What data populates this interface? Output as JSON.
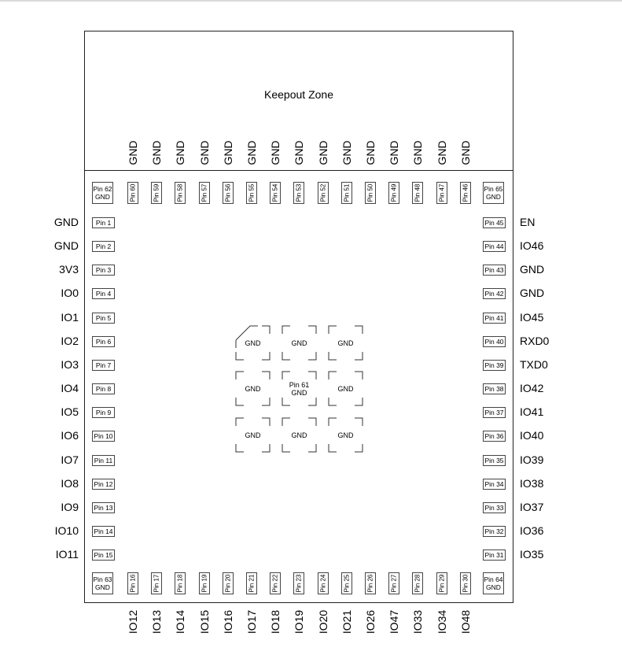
{
  "keepout": {
    "label": "Keepout Zone"
  },
  "top_row_labels": [
    "GND",
    "GND",
    "GND",
    "GND",
    "GND",
    "GND",
    "GND",
    "GND",
    "GND",
    "GND",
    "GND",
    "GND",
    "GND",
    "GND",
    "GND"
  ],
  "top_row_pins": [
    "Pin 60",
    "Pin 59",
    "Pin 58",
    "Pin 57",
    "Pin 56",
    "Pin 55",
    "Pin 54",
    "Pin 53",
    "Pin 52",
    "Pin 51",
    "Pin 50",
    "Pin 49",
    "Pin 48",
    "Pin 47",
    "Pin 46"
  ],
  "bottom_row_pins": [
    "Pin 16",
    "Pin 17",
    "Pin 18",
    "Pin 19",
    "Pin 20",
    "Pin 21",
    "Pin 22",
    "Pin 23",
    "Pin 24",
    "Pin 25",
    "Pin 26",
    "Pin 27",
    "Pin 28",
    "Pin 29",
    "Pin 30"
  ],
  "bottom_row_labels": [
    "IO12",
    "IO13",
    "IO14",
    "IO15",
    "IO16",
    "IO17",
    "IO18",
    "IO19",
    "IO20",
    "IO21",
    "IO26",
    "IO47",
    "IO33",
    "IO34",
    "IO48"
  ],
  "left_pins": [
    "Pin 1",
    "Pin 2",
    "Pin 3",
    "Pin 4",
    "Pin 5",
    "Pin 6",
    "Pin 7",
    "Pin 8",
    "Pin 9",
    "Pin 10",
    "Pin 11",
    "Pin 12",
    "Pin 13",
    "Pin 14",
    "Pin 15"
  ],
  "left_labels": [
    "GND",
    "GND",
    "3V3",
    "IO0",
    "IO1",
    "IO2",
    "IO3",
    "IO4",
    "IO5",
    "IO6",
    "IO7",
    "IO8",
    "IO9",
    "IO10",
    "IO11"
  ],
  "right_pins": [
    "Pin 45",
    "Pin 44",
    "Pin 43",
    "Pin 42",
    "Pin 41",
    "Pin 40",
    "Pin 39",
    "Pin 38",
    "Pin 37",
    "Pin 36",
    "Pin 35",
    "Pin 34",
    "Pin 33",
    "Pin 32",
    "Pin 31"
  ],
  "right_labels": [
    "EN",
    "IO46",
    "GND",
    "GND",
    "IO45",
    "RXD0",
    "TXD0",
    "IO42",
    "IO41",
    "IO40",
    "IO39",
    "IO38",
    "IO37",
    "IO36",
    "IO35"
  ],
  "corners": {
    "top_left": {
      "pin": "Pin 62",
      "label": "GND"
    },
    "top_right": {
      "pin": "Pin 65",
      "label": "GND"
    },
    "bottom_left": {
      "pin": "Pin 63",
      "label": "GND"
    },
    "bottom_right": {
      "pin": "Pin 64",
      "label": "GND"
    }
  },
  "center_pads": [
    [
      "GND",
      "GND",
      "GND"
    ],
    [
      "GND",
      "Pin 61\nGND",
      "GND"
    ],
    [
      "GND",
      "GND",
      "GND"
    ]
  ]
}
